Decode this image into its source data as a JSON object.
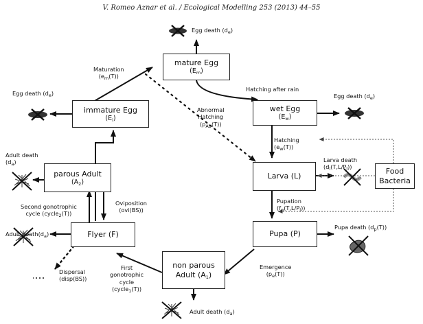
{
  "header": "V. Romeo Aznar et al. / Ecological Modelling 253 (2013) 44–55",
  "boxes": {
    "mature_egg": {
      "t": "mature Egg",
      "s1": "(E",
      "s2": "m",
      "s3": ")"
    },
    "immature_egg": {
      "t": "immature Egg",
      "s1": "(E",
      "s2": "i",
      "s3": ")"
    },
    "wet_egg": {
      "t": "wet Egg",
      "s1": "(E",
      "s2": "w",
      "s3": ")"
    },
    "larva": {
      "t": "Larva (L)"
    },
    "pupa": {
      "t": "Pupa (P)"
    },
    "food": {
      "t1": "Food",
      "t2": "Bacteria"
    },
    "parous": {
      "t": "parous Adult",
      "s1": "(A",
      "s2": "2",
      "s3": ")"
    },
    "flyer": {
      "t": "Flyer (F)"
    },
    "nonparous": {
      "t1": "non parous",
      "t2": "Adult",
      "t3": "(A",
      "t4": "1",
      "t5": ")"
    }
  },
  "labels": {
    "egg_death_m": {
      "a": "Egg death (d",
      "b": "e",
      "c": ")"
    },
    "egg_death_i": {
      "a": "Egg death (d",
      "b": "e",
      "c": ")"
    },
    "egg_death_w": {
      "a": "Egg death (d",
      "b": "e",
      "c": ")"
    },
    "maturation": {
      "l1": "Maturation",
      "a": "(e",
      "b": "m",
      "c": "(T))"
    },
    "hatching_after_rain": "Hatching after rain",
    "abnormal": {
      "l1": "Abnormal",
      "l2": "Hatching",
      "a": "(p",
      "b": "Ab",
      "c": "(T))"
    },
    "hatching": {
      "l1": "Hatching",
      "a": "(e",
      "b": "w",
      "c": "(T))"
    },
    "larva_death": {
      "l1": "Larva death",
      "a": "(d",
      "b": "l",
      "c": "(T,L/P",
      "d": "l",
      "e": "))"
    },
    "pupation": {
      "l1": "Pupation",
      "a": "(f",
      "b": "p",
      "c": "(T,L/P",
      "d": "l",
      "e": "))"
    },
    "pupa_death": {
      "a": "Pupa death  (d",
      "b": "p",
      "c": "(T))"
    },
    "emergence": {
      "l1": "Emergence",
      "a": "(p",
      "b": "e",
      "c": "(T))"
    },
    "adult_death_top": {
      "l1": "Adult death",
      "a": "(d",
      "b": "a",
      "c": ")"
    },
    "second_gono": {
      "l1": "Second gonotrophic",
      "a": "cycle (cycle",
      "b": "2",
      "c": "(T))"
    },
    "oviposition": {
      "l1": "Oviposition",
      "l2": "(ovi(BS))"
    },
    "adult_death_mid": {
      "a": "Adult  death(d",
      "b": "a",
      "c": ")"
    },
    "dispersal": {
      "l1": "Dispersal",
      "l2": "(disp(BS))"
    },
    "first_gono": {
      "l1": "First",
      "l2": "gonotrophic",
      "l3": "cycle",
      "a": "(cycle",
      "b": "1",
      "c": "(T))"
    },
    "adult_death_bottom": {
      "a": "Adult death (d",
      "b": "a",
      "c": ")"
    }
  },
  "colors": {
    "line": "#111111",
    "dotted": "#555555",
    "icon": "#333333"
  },
  "icons": [
    "egg-death-icon",
    "larva-death-icon",
    "pupa-death-icon",
    "adult-death-icon"
  ]
}
